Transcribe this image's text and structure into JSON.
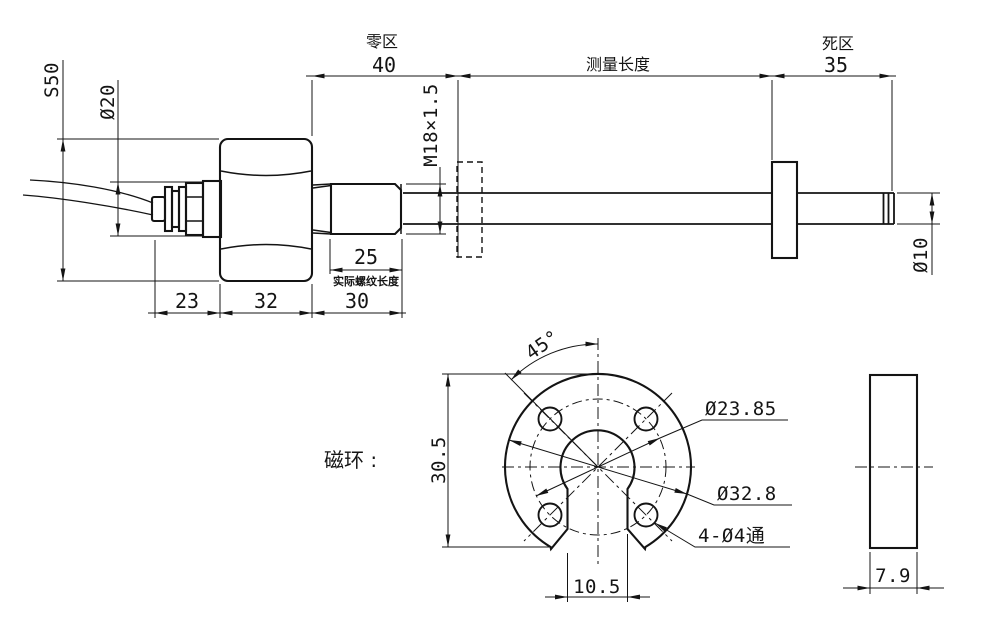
{
  "colors": {
    "line": "#141414",
    "background": "#ffffff"
  },
  "sensor_view": {
    "labels": {
      "hex_across_flats": "S50",
      "gland_diameter": "Ø20",
      "gland_length": "23",
      "hex_length": "32",
      "thread_section_length": "30",
      "thread_length": "25",
      "thread_length_note": "实际螺纹长度",
      "thread_spec": "M18×1.5",
      "zero_zone": "零区",
      "zero_zone_length": "40",
      "measuring_length": "测量长度",
      "dead_zone": "死区",
      "dead_zone_length": "35",
      "rod_diameter": "Ø10"
    }
  },
  "magnet_ring_view": {
    "caption": "磁环 :",
    "labels": {
      "hole_angle": "45°",
      "body_height": "30.5",
      "bolt_circle_diameter": "Ø23.85",
      "outer_diameter": "Ø32.8",
      "through_holes": "4-Ø4通",
      "slot_width": "10.5",
      "thickness": "7.9"
    }
  }
}
